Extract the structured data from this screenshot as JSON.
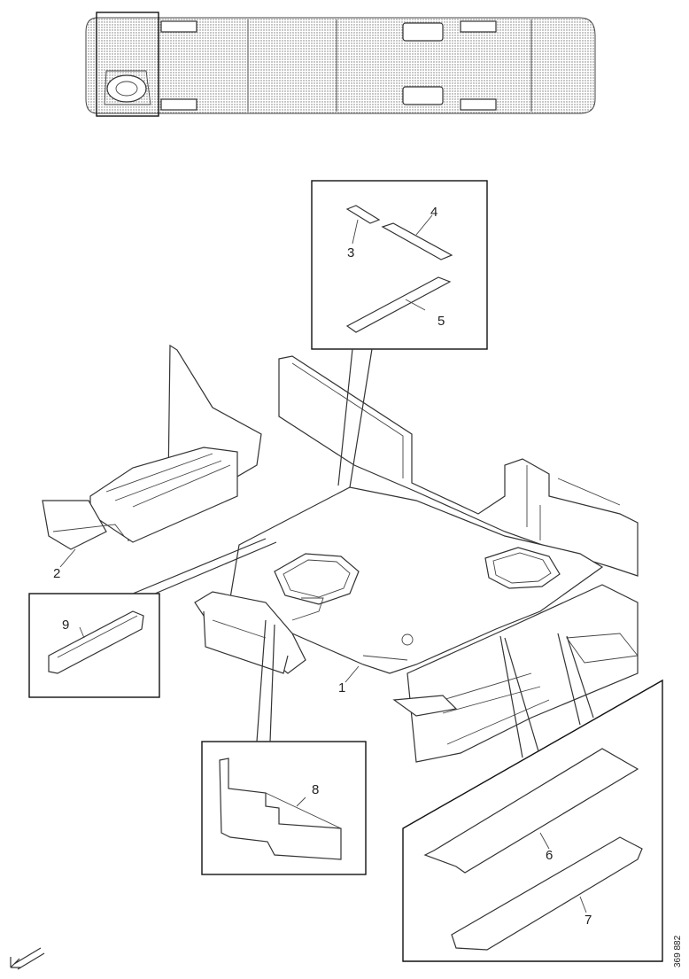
{
  "callouts": [
    "1",
    "2",
    "3",
    "4",
    "5",
    "6",
    "7",
    "8",
    "9"
  ],
  "reference_number": "369 882"
}
